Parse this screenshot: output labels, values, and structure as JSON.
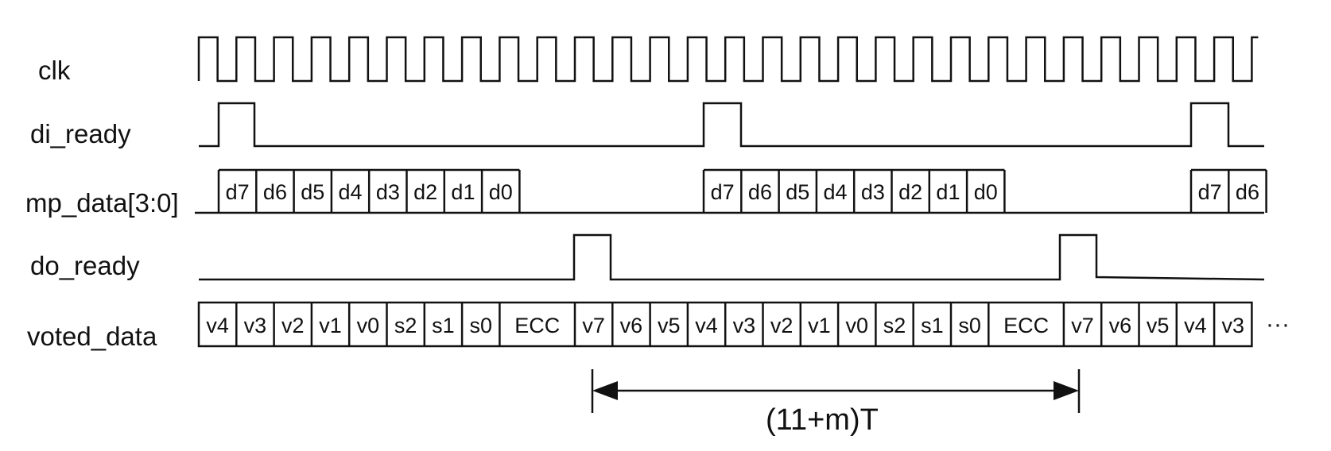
{
  "signals": {
    "clk": "clk",
    "di_ready": "di_ready",
    "mp_data": "mp_data[3:0]",
    "do_ready": "do_ready",
    "voted_data": "voted_data"
  },
  "mp_data_frame1": [
    "d7",
    "d6",
    "d5",
    "d4",
    "d3",
    "d2",
    "d1",
    "d0"
  ],
  "mp_data_frame2": [
    "d7",
    "d6",
    "d5",
    "d4",
    "d3",
    "d2",
    "d1",
    "d0"
  ],
  "mp_data_frame3": [
    "d7",
    "d6"
  ],
  "voted_data_cells": [
    "v4",
    "v3",
    "v2",
    "v1",
    "v0",
    "s2",
    "s1",
    "s0",
    "ECC",
    "v7",
    "v6",
    "v5",
    "v4",
    "v3",
    "v2",
    "v1",
    "v0",
    "s2",
    "s1",
    "s0",
    "ECC",
    "v7",
    "v6",
    "v5",
    "v4",
    "v3"
  ],
  "voted_data_more": "···",
  "period_label": "(11+m)T"
}
